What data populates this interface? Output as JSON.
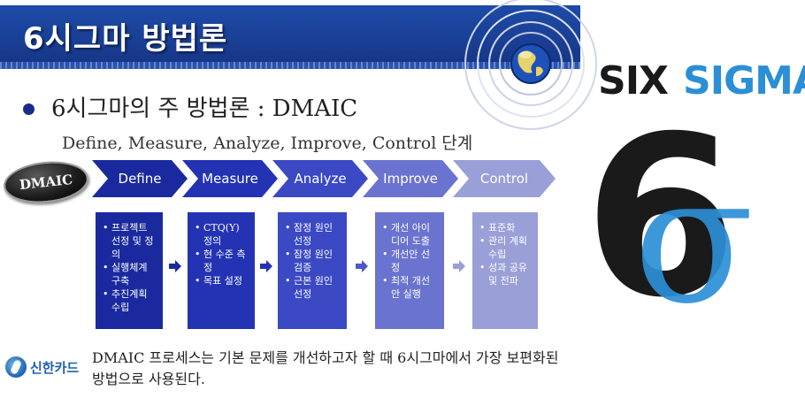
{
  "title": "6시그마 방법론",
  "heading": "6시그마의 주 방법론 : DMAIC",
  "subheading": "Define, Measure, Analyze, Improve, Control 단계",
  "badge": "DMAIC",
  "phases": [
    {
      "label": "Define",
      "color": "#1a2a9e",
      "items": [
        "프로젝트 선정 및 정의",
        "실행체계 구축",
        "추진계획 수립"
      ]
    },
    {
      "label": "Measure",
      "color": "#2433b4",
      "items": [
        "CTQ(Y) 정의",
        "현 수준 측정",
        "목표 설정"
      ]
    },
    {
      "label": "Analyze",
      "color": "#3b49c4",
      "items": [
        "잠정 원인 선정",
        "잠정 원인 검증",
        "근본 원인 선정"
      ]
    },
    {
      "label": "Improve",
      "color": "#6a73cf",
      "items": [
        "개선 아이디어 도출",
        "개선안 선정",
        "최적 개선안 실행"
      ]
    },
    {
      "label": "Control",
      "color": "#9a9fd8",
      "items": [
        "표준화",
        "관리 계획 수립",
        "성과 공유 및 전파"
      ]
    }
  ],
  "footer": "DMAIC 프로세스는 기본 문제를 개선하고자 할 때 6시그마에서 가장 보편화된 방법으로 사용된다.",
  "company_logo": "신한카드",
  "sixsigma": {
    "six": "SIX",
    "sigma": "SIGMA",
    "numeral": "6",
    "symbol": "σ"
  },
  "colors": {
    "title_bar": "#1a3f95",
    "sigma_blue": "#2b8fd6",
    "dark": "#1a1a1a"
  }
}
